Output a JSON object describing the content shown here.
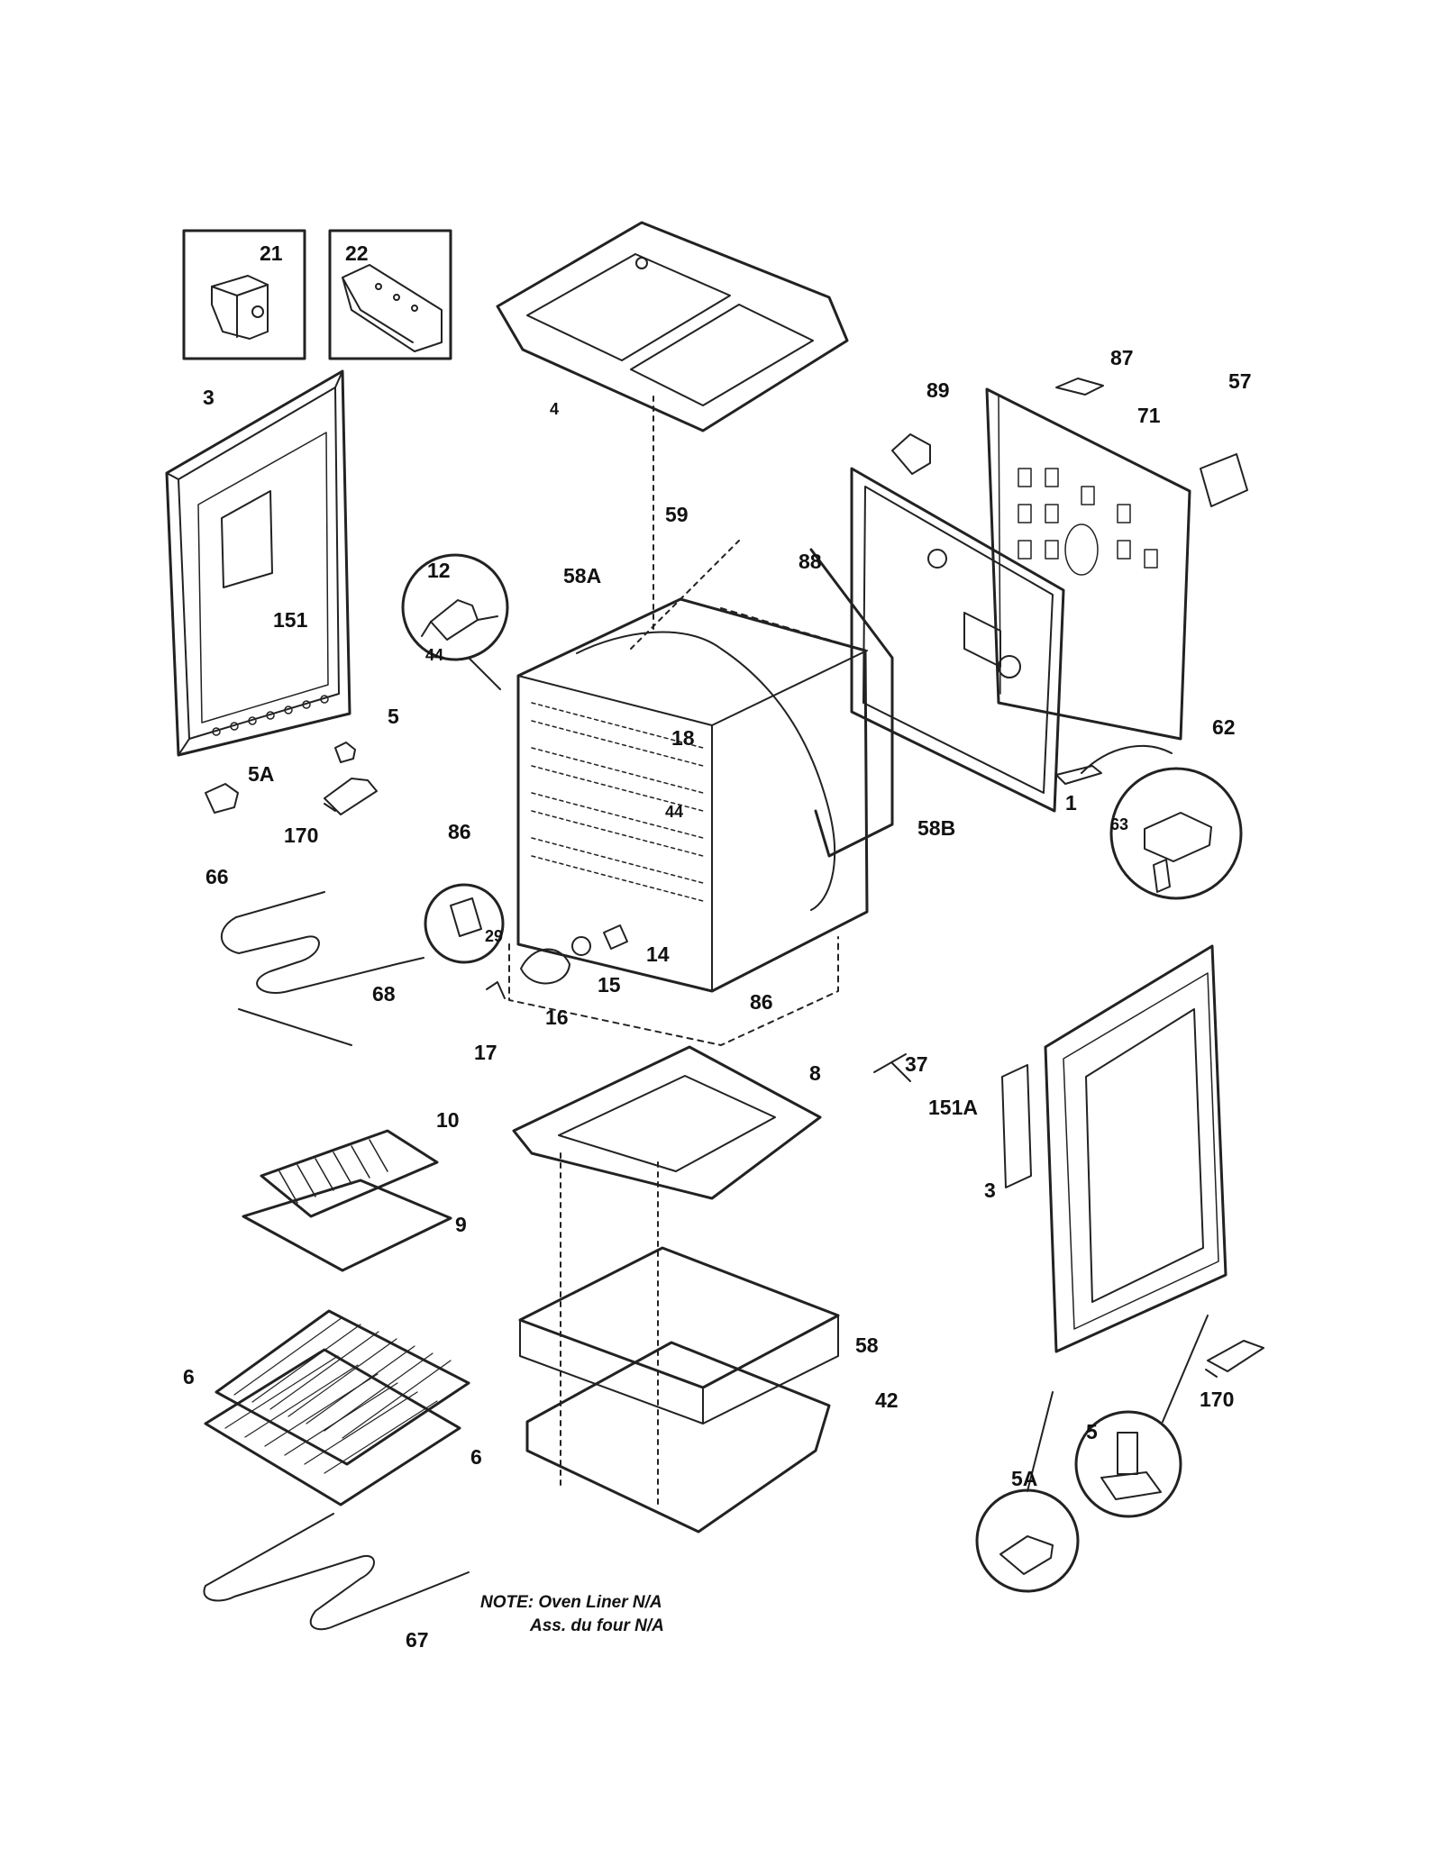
{
  "labels": {
    "p21": "21",
    "p22": "22",
    "p3a": "3",
    "p4": "4",
    "p151": "151",
    "p5a_l": "5",
    "p5A_l": "5A",
    "p170_l": "170",
    "p12": "12",
    "p44a": "44",
    "p58A": "58A",
    "p59": "59",
    "p88": "88",
    "p18": "18",
    "p89": "89",
    "p87": "87",
    "p71": "71",
    "p57": "57",
    "p62": "62",
    "p1": "1",
    "p58B": "58B",
    "p63": "63",
    "p44b": "44",
    "p86a": "86",
    "p66": "66",
    "p29": "29",
    "p14": "14",
    "p15": "15",
    "p16": "16",
    "p17": "17",
    "p68": "68",
    "p86b": "86",
    "p37": "37",
    "p151A": "151A",
    "p8": "8",
    "p10": "10",
    "p9": "9",
    "p3b": "3",
    "p58": "58",
    "p42": "42",
    "p6a": "6",
    "p6b": "6",
    "p170_r": "170",
    "p5_r": "5",
    "p5A_r": "5A",
    "p67": "67"
  },
  "note": {
    "line1": "NOTE: Oven Liner N/A",
    "line2": "Ass. du four N/A"
  }
}
